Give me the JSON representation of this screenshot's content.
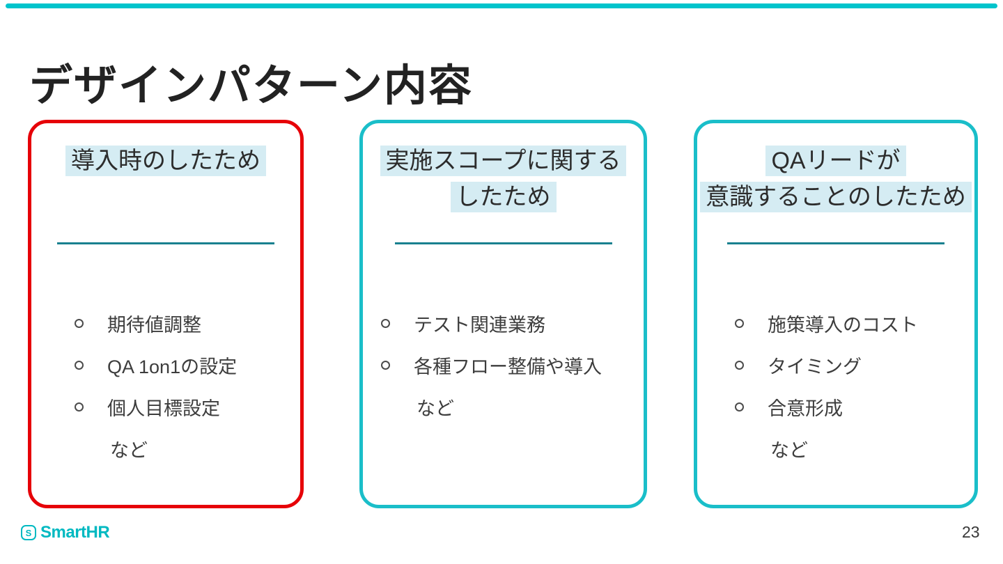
{
  "slide": {
    "title": "デザインパターン内容",
    "page_number": "23",
    "logo": {
      "brand": "SmartHR",
      "mark": "S"
    },
    "colors": {
      "accent_bar": "#00c4cc",
      "card_red": "#e60008",
      "card_teal": "#1abec9",
      "underline_teal": "#19808f",
      "highlight": "#d5ecf3",
      "brand_teal": "#00b9c1"
    },
    "cards": [
      {
        "accent": "red",
        "title_lines": [
          "導入時のしたため"
        ],
        "bullets": [
          "期待値調整",
          "QA 1on1の設定",
          "個人目標設定"
        ],
        "more": "など"
      },
      {
        "accent": "teal",
        "title_lines": [
          "実施スコープに関する",
          "したため"
        ],
        "bullets": [
          "テスト関連業務",
          "各種フロー整備や導入"
        ],
        "more": "など"
      },
      {
        "accent": "teal",
        "title_lines": [
          "QAリードが",
          "意識することのしたため"
        ],
        "bullets": [
          "施策導入のコスト",
          "タイミング",
          "合意形成"
        ],
        "more": "など"
      }
    ]
  }
}
